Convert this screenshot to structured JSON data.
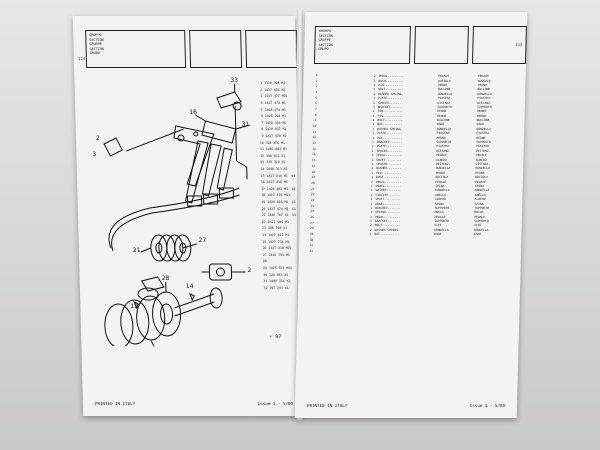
{
  "left_page": {
    "page_number": "114",
    "header_box_lines": [
      "GRUPPO",
      "SECTION",
      "GRUPPE",
      "SECTION",
      "GRUPO"
    ],
    "footer_left": "PRINTED IN ITALY",
    "footer_right": "Issue  1 - 5/80",
    "ref_rows": [
      {
        "ref": "1",
        "pn": "3320 394 M1",
        "x": ""
      },
      {
        "ref": "2",
        "pn": "1427 474 M1",
        "x": ""
      },
      {
        "ref": "3",
        "pn": "1427 477 M91",
        "x": ""
      },
      {
        "ref": "4",
        "pn": "1427 478 M1",
        "x": ""
      },
      {
        "ref": "5",
        "pn": "1428 174 M1",
        "x": ""
      },
      {
        "ref": "6",
        "pn": "1428 294 M1",
        "x": ""
      },
      {
        "ref": "7",
        "pn": "1428 310 M1",
        "x": ""
      },
      {
        "ref": "8",
        "pn": "1428 057 M1",
        "x": ""
      },
      {
        "ref": "9",
        "pn": "1427 478 M1",
        "x": ""
      },
      {
        "ref": "10",
        "pn": "328 476 M1",
        "x": ""
      },
      {
        "ref": "11",
        "pn": "1482 803 M1",
        "x": ""
      },
      {
        "ref": "12",
        "pn": "390 811 X1",
        "x": ""
      },
      {
        "ref": "13",
        "pn": "339 319 X1",
        "x": ""
      },
      {
        "ref": "14",
        "pn": "1440 313 M1",
        "x": ""
      },
      {
        "ref": "15",
        "pn": "1427 818 M1",
        "x": "44"
      },
      {
        "ref": "16",
        "pn": "1427 818 M1",
        "x": ""
      },
      {
        "ref": "17",
        "pn": "1426 602 M1",
        "x": "44"
      },
      {
        "ref": "18",
        "pn": "1427 410 M91",
        "x": ""
      },
      {
        "ref": "19",
        "pn": "1426 816 M1",
        "x": "61"
      },
      {
        "ref": "20",
        "pn": "1427 474 M1",
        "x": "61"
      },
      {
        "ref": "21",
        "pn": "1440 767 X1",
        "x": "61"
      },
      {
        "ref": "22",
        "pn": "1423 989 M1",
        "x": ""
      },
      {
        "ref": "23",
        "pn": "388 708 X1",
        "x": ""
      },
      {
        "ref": "24",
        "pn": "1427 415 M1",
        "x": ""
      },
      {
        "ref": "25",
        "pn": "1427 734 M1",
        "x": ""
      },
      {
        "ref": "26",
        "pn": "1427 410 M91",
        "x": ""
      },
      {
        "ref": "27",
        "pn": "1426 799 M1",
        "x": ""
      },
      {
        "ref": "28",
        "pn": "",
        "x": ""
      },
      {
        "ref": "29",
        "pn": "1425 553 M91",
        "x": ""
      },
      {
        "ref": "30",
        "pn": "328 853 X1",
        "x": ""
      },
      {
        "ref": "31",
        "pn": "1440 314 X1",
        "x": ""
      },
      {
        "ref": "32",
        "pn": "397 293 X1",
        "x": ""
      }
    ],
    "mark": "97"
  },
  "right_page": {
    "page_number": "115",
    "header_box_lines": [
      "GRUPPO",
      "SECTION",
      "GRUPPE",
      "SECTION",
      "GRUPO"
    ],
    "footer_left": "PRINTED IN ITALY",
    "footer_right": "Issue  1 - 5/80",
    "desc_rows": [
      {
        "q": "2",
        "d": "PEDAL.........",
        "t1": "PEDALE",
        "t2": "PEDALE"
      },
      {
        "q": "2",
        "d": "BUSH..........",
        "t1": "BUSSOLA",
        "t2": "BUSSOLA"
      },
      {
        "q": "1",
        "d": "PIN...........",
        "t1": "PERNO",
        "t2": "PERNO"
      },
      {
        "q": "1",
        "d": "BOLT..........",
        "t1": "BULLONE",
        "t2": "BULLONE"
      },
      {
        "q": "4",
        "d": "WASHER SPRING.",
        "t1": "RONDELLA",
        "t2": "RONDELLA"
      },
      {
        "q": "1",
        "d": "PLATE.........",
        "t1": "PIASTRA",
        "t2": "PIASTRA"
      },
      {
        "q": "1",
        "d": "SPACER........",
        "t1": "DISTANZ.",
        "t2": "DISTANZ."
      },
      {
        "q": "1",
        "d": "BRACKET.......",
        "t1": "SUPPORTO",
        "t2": "SUPPORTO"
      },
      {
        "q": "2",
        "d": "PIN...........",
        "t1": "PERNO",
        "t2": "PERNO"
      },
      {
        "q": "1",
        "d": "PIN...........",
        "t1": "PERNO",
        "t2": "PERNO"
      },
      {
        "q": "2",
        "d": "BOLT..........",
        "t1": "BULLONE",
        "t2": "BULLONE"
      },
      {
        "q": "2",
        "d": "NUT...........",
        "t1": "DADO",
        "t2": "DADO"
      },
      {
        "q": "1",
        "d": "WASHER SPRING.",
        "t1": "RONDELLA",
        "t2": "RONDELLA"
      },
      {
        "q": "1",
        "d": "PLATE.........",
        "t1": "PIASTRA",
        "t2": "PIASTRA"
      },
      {
        "q": "1",
        "d": "PIN...........",
        "t1": "PERNO",
        "t2": "PERNO"
      },
      {
        "q": "1",
        "d": "BRACKET.......",
        "t1": "SUPPORTO",
        "t2": "SUPPORTO"
      },
      {
        "q": "1",
        "d": "PLATE.........",
        "t1": "PIASTRA",
        "t2": "PIASTRA"
      },
      {
        "q": "1",
        "d": "SPACER........",
        "t1": "DISTANZ.",
        "t2": "DISTANZ."
      },
      {
        "q": "1",
        "d": "PEDAL.........",
        "t1": "PEDALE",
        "t2": "PEDALE"
      },
      {
        "q": "1",
        "d": "SHAFT.........",
        "t1": "ALBERO",
        "t2": "ALBERO"
      },
      {
        "q": "1",
        "d": "SPACER........",
        "t1": "DISTANZ.",
        "t2": "DISTANZ."
      },
      {
        "q": "2",
        "d": "WASHER........",
        "t1": "RONDELLA",
        "t2": "RONDELLA"
      },
      {
        "q": "1",
        "d": "PIN...........",
        "t1": "PERNO",
        "t2": "PERNO"
      },
      {
        "q": "1",
        "d": "BUSH..........",
        "t1": "BOCCOLA",
        "t2": "BOCCOLA"
      },
      {
        "q": "2",
        "d": "PEDAL.........",
        "t1": "PEDALE",
        "t2": "PEDALE"
      },
      {
        "q": "1",
        "d": "DOWEL.........",
        "t1": "SPINA",
        "t2": "SPINA"
      },
      {
        "q": "1",
        "d": "WASHER........",
        "t1": "RONDELLA",
        "t2": "RONDELLA"
      },
      {
        "q": "2",
        "d": "CIRCLIP.......",
        "t1": "ANELLO",
        "t2": "ANELLO"
      },
      {
        "q": "1",
        "d": "SHAFT.........",
        "t1": "ALBERO",
        "t2": "ALBERO"
      },
      {
        "q": "1",
        "d": "DOWEL.........",
        "t1": "SPINA",
        "t2": "SPINA"
      },
      {
        "q": "1",
        "d": "BRACKET.......",
        "t1": "SUPPORTO",
        "t2": "SUPPORTO"
      },
      {
        "q": "1",
        "d": "SPRING........",
        "t1": "MOLLA",
        "t2": "MOLLA"
      },
      {
        "q": "1",
        "d": "PEDAL.........",
        "t1": "PEDALE",
        "t2": "PEDALE"
      },
      {
        "q": "1",
        "d": "BRACKET.......",
        "t1": "SUPPORTO",
        "t2": "SUPPORTO"
      },
      {
        "q": "2",
        "d": "BOLT..........",
        "t1": "VITE",
        "t2": "VITE"
      },
      {
        "q": "2",
        "d": "WASHER SPRING.",
        "t1": "RONDELLA",
        "t2": "RONDELLA"
      },
      {
        "q": "2",
        "d": "NUT...........",
        "t1": "DADO",
        "t2": "DADO"
      }
    ]
  }
}
